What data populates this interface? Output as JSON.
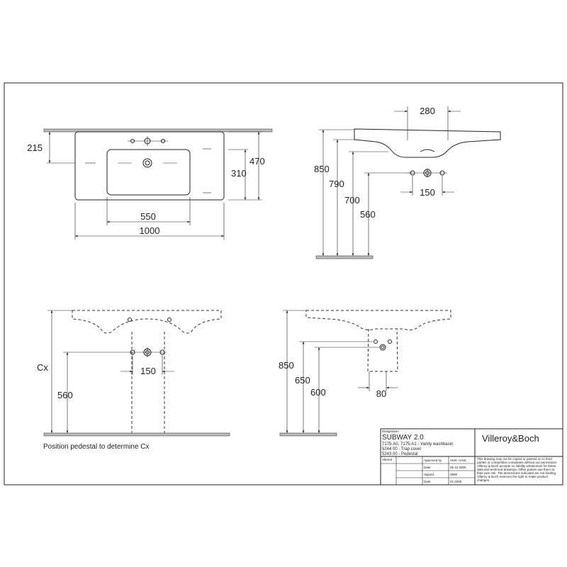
{
  "dimensions": {
    "top_215": "215",
    "top_310": "310",
    "top_470": "470",
    "top_550": "550",
    "top_1000": "1000",
    "side_280": "280",
    "side_850": "850",
    "side_790": "790",
    "side_700": "700",
    "side_560": "560",
    "side_150": "150",
    "front_cx": "Cx",
    "front_560": "560",
    "front_150": "150",
    "ped_850": "850",
    "ped_650": "650",
    "ped_600": "600",
    "ped_80": "80"
  },
  "note": "Position pedestal to determine Cx",
  "title_block": {
    "designation_label": "Designation",
    "product": "SUBWAY 2.0",
    "line1": "7175-A0, 7175-A1 - Vanity washbasin",
    "line2": "5244 00 - Trap cover",
    "line3": "5243 00 - Pedestal",
    "brand": "Villeroy&Boch",
    "altered_label": "Altered",
    "approved_label": "Approved by",
    "approved_value": "AMS. HAW",
    "date1_label": "Date",
    "date1_value": "05.12.2005",
    "signed_label": "Signed",
    "signed_value": "SBW",
    "date2_label": "Date",
    "date2_value": "01.2005",
    "disclaimer": [
      "This drawing may not be copied or passed on to third",
      "parties or competitive companies without our permission.",
      "Villeroy & Boch accepts no liability whatsoever for these",
      "data and technical drawings. Other parties use them at",
      "their own risk. The dimensions indicated are not binding.",
      "Villeroy & Boch reserves the right to make product",
      "changes."
    ]
  }
}
